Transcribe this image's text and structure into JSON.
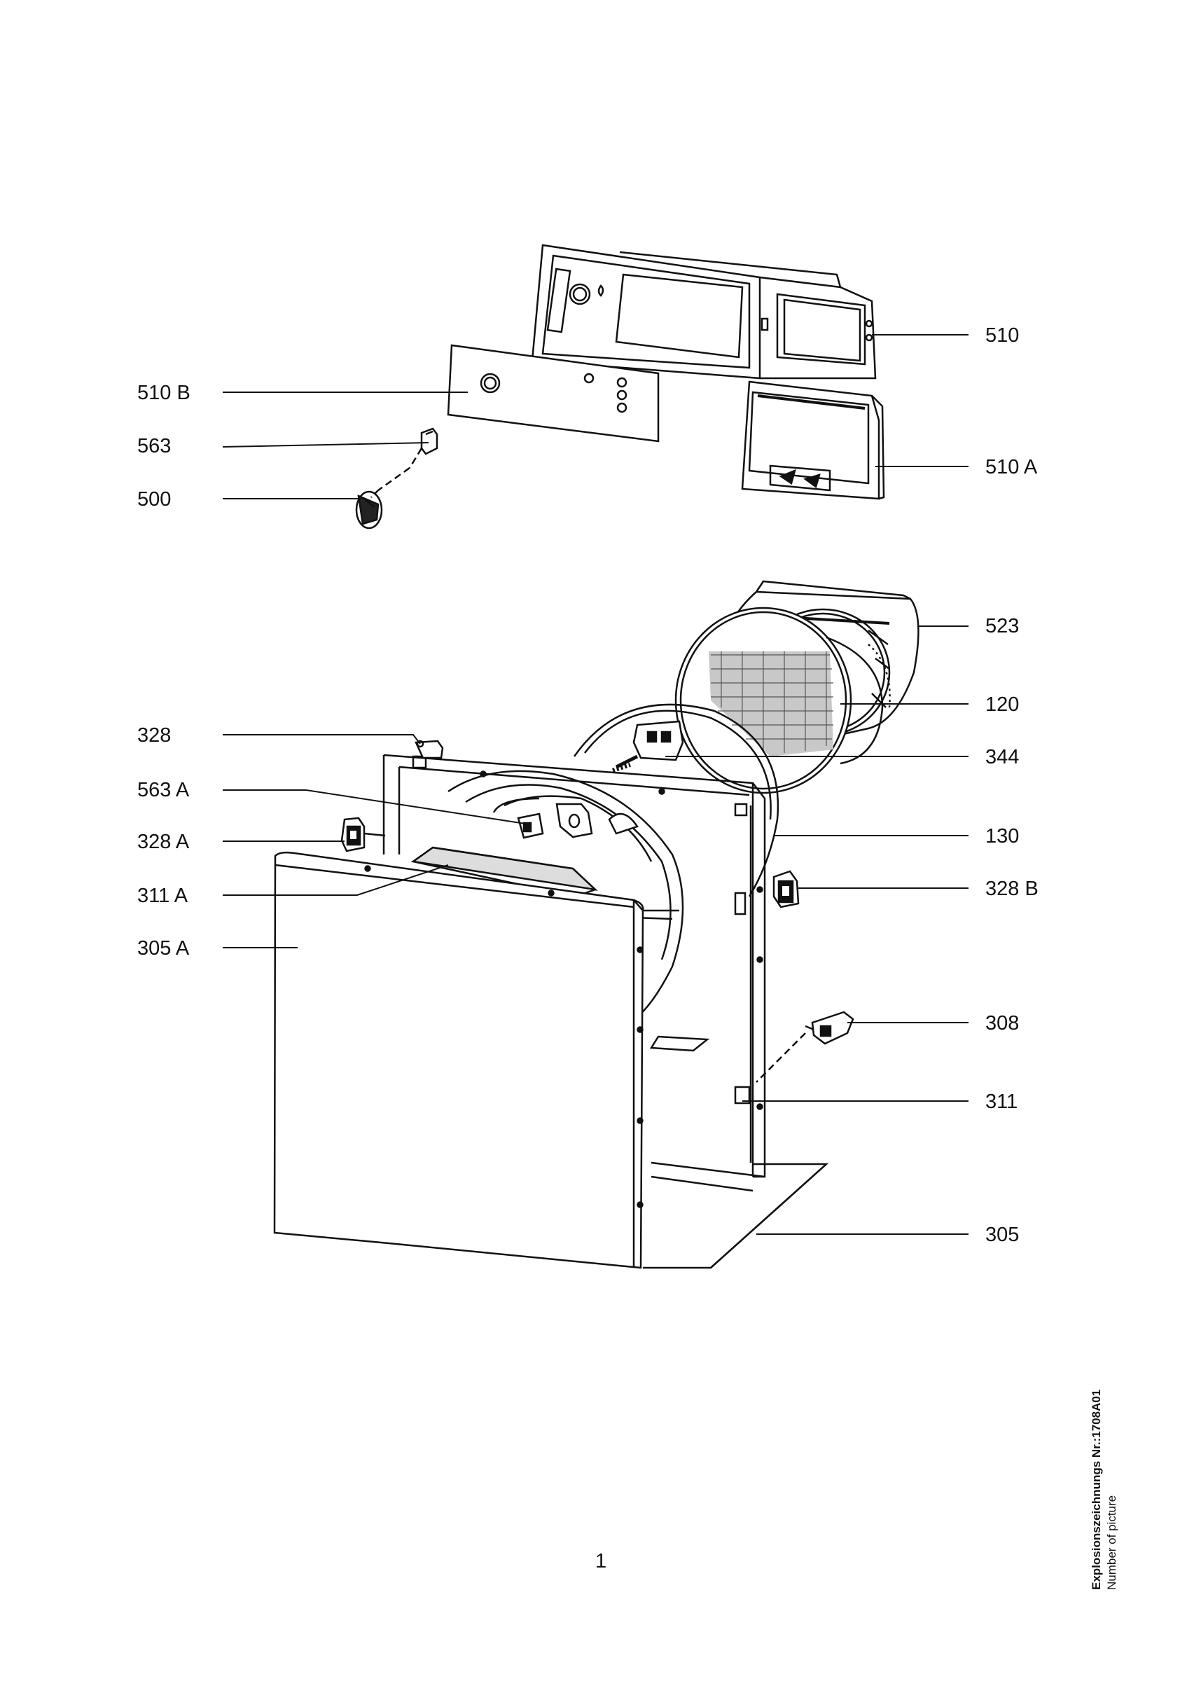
{
  "callouts": {
    "c510": "510",
    "c510b": "510 B",
    "c563": "563",
    "c500": "500",
    "c510a": "510 A",
    "c523": "523",
    "c120": "120",
    "c328": "328",
    "c344": "344",
    "c563a": "563 A",
    "c328a": "328 A",
    "c130": "130",
    "c311a": "311 A",
    "c328b": "328 B",
    "c305a": "305 A",
    "c308": "308",
    "c311": "311",
    "c305": "305"
  },
  "page_number": "1",
  "caption": {
    "title": "Explosionszeichnungs Nr.:1708A01",
    "subtitle": "Number of picture"
  }
}
